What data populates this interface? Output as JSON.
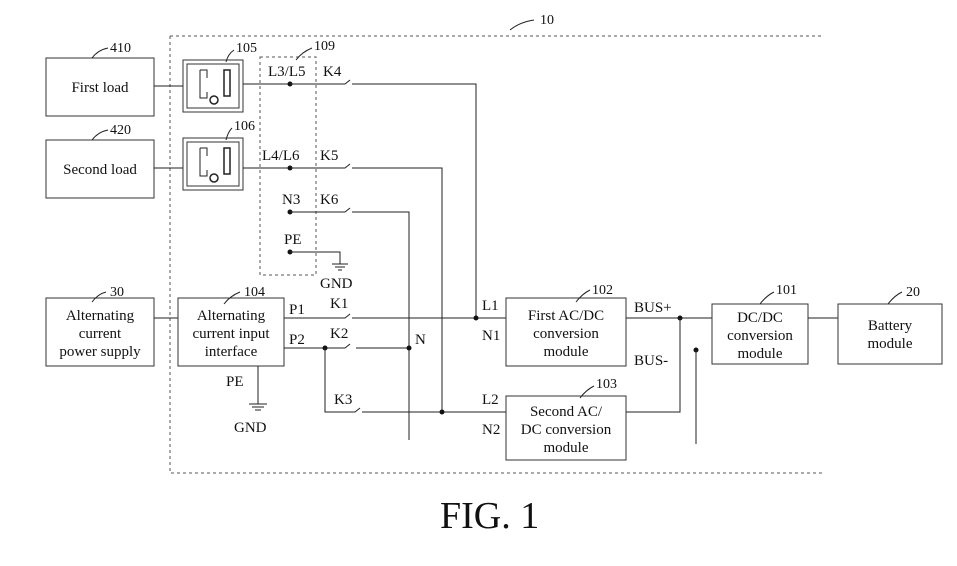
{
  "figure": {
    "caption": "FIG. 1",
    "system_ref": "10"
  },
  "boxes": {
    "first_load": {
      "ref": "410",
      "lines": [
        "First load"
      ]
    },
    "second_load": {
      "ref": "420",
      "lines": [
        "Second load"
      ]
    },
    "ac_supply": {
      "ref": "30",
      "lines": [
        "Alternating",
        "current",
        "power supply"
      ]
    },
    "ac_input": {
      "ref": "104",
      "lines": [
        "Alternating",
        "current input",
        "interface"
      ]
    },
    "first_acdc": {
      "ref": "102",
      "lines": [
        "First AC/DC",
        "conversion",
        "module"
      ]
    },
    "second_acdc": {
      "ref": "103",
      "lines": [
        "Second AC/",
        "DC conversion",
        "module"
      ]
    },
    "dcdc": {
      "ref": "101",
      "lines": [
        "DC/DC",
        "conversion",
        "module"
      ]
    },
    "battery": {
      "ref": "20",
      "lines": [
        "Battery",
        "module"
      ]
    }
  },
  "sockets": {
    "socket_105": {
      "ref": "105"
    },
    "socket_106": {
      "ref": "106"
    },
    "switch_group": {
      "ref": "109"
    }
  },
  "labels": {
    "l3l5": "L3/L5",
    "k4": "K4",
    "l4l6": "L4/L6",
    "k5": "K5",
    "n3": "N3",
    "k6": "K6",
    "pe_top": "PE",
    "gnd_top": "GND",
    "p1": "P1",
    "k1": "K1",
    "p2": "P2",
    "k2": "K2",
    "n": "N",
    "k3": "K3",
    "pe_bottom": "PE",
    "gnd_bottom": "GND",
    "l1": "L1",
    "n1": "N1",
    "l2": "L2",
    "n2": "N2",
    "bus_plus": "BUS+",
    "bus_minus": "BUS-"
  }
}
